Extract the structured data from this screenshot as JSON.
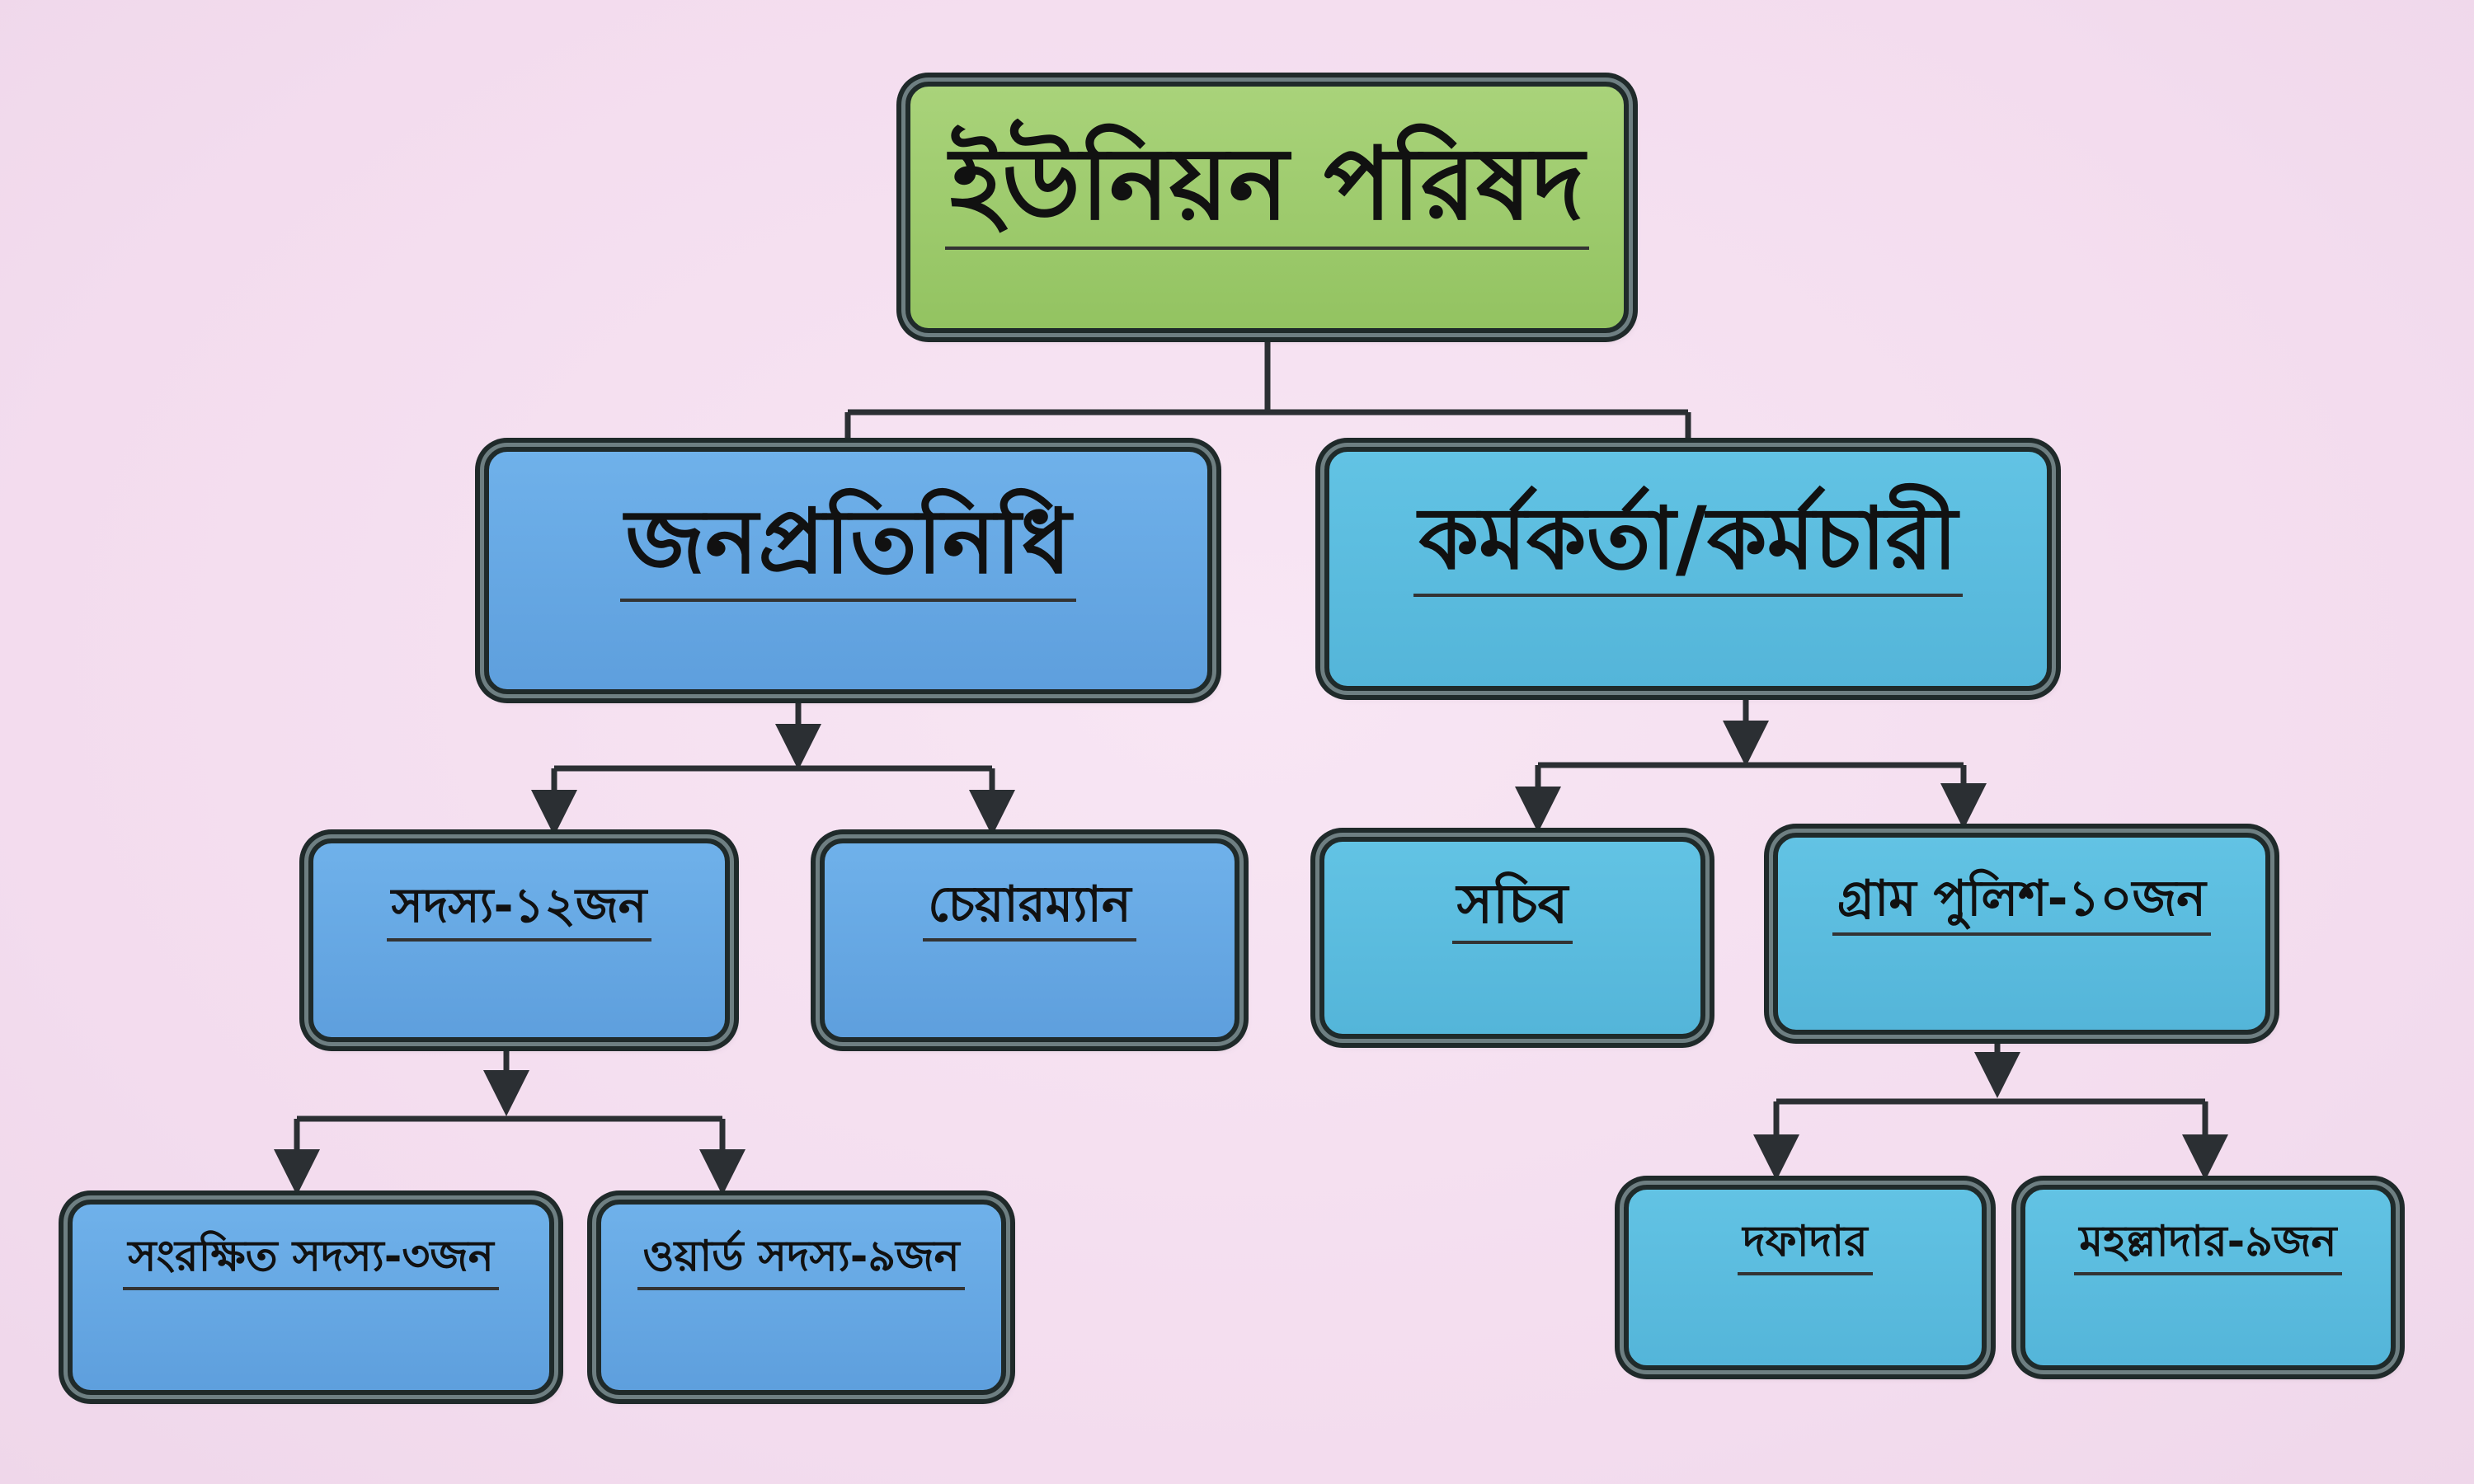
{
  "diagram": {
    "root": {
      "label": "ইউনিয়ন পরিষদ",
      "color": "#9acb6a"
    },
    "representatives": {
      "label": "জনপ্রতিনিধি",
      "color": "#64a7e4"
    },
    "staff": {
      "label": "কর্মকর্তা/কর্মচারী",
      "color": "#5abbe0"
    },
    "members": {
      "label": "সদস্য-১২জন"
    },
    "chairman": {
      "label": "চেয়ারম্যান"
    },
    "secretary": {
      "label": "সচিব"
    },
    "village_police": {
      "label": "গ্রাম পুলিশ-১০জন"
    },
    "reserved_members": {
      "label": "সংরক্ষিত সদস্য-৩জন"
    },
    "ward_members": {
      "label": "ওয়ার্ড সদস্য-৯জন"
    },
    "dafadar": {
      "label": "দফাদার"
    },
    "mahalladar": {
      "label": "মহল্লাদার-৯জন"
    },
    "connector_color": "#2b2f33",
    "background_color": "#f5def0"
  }
}
